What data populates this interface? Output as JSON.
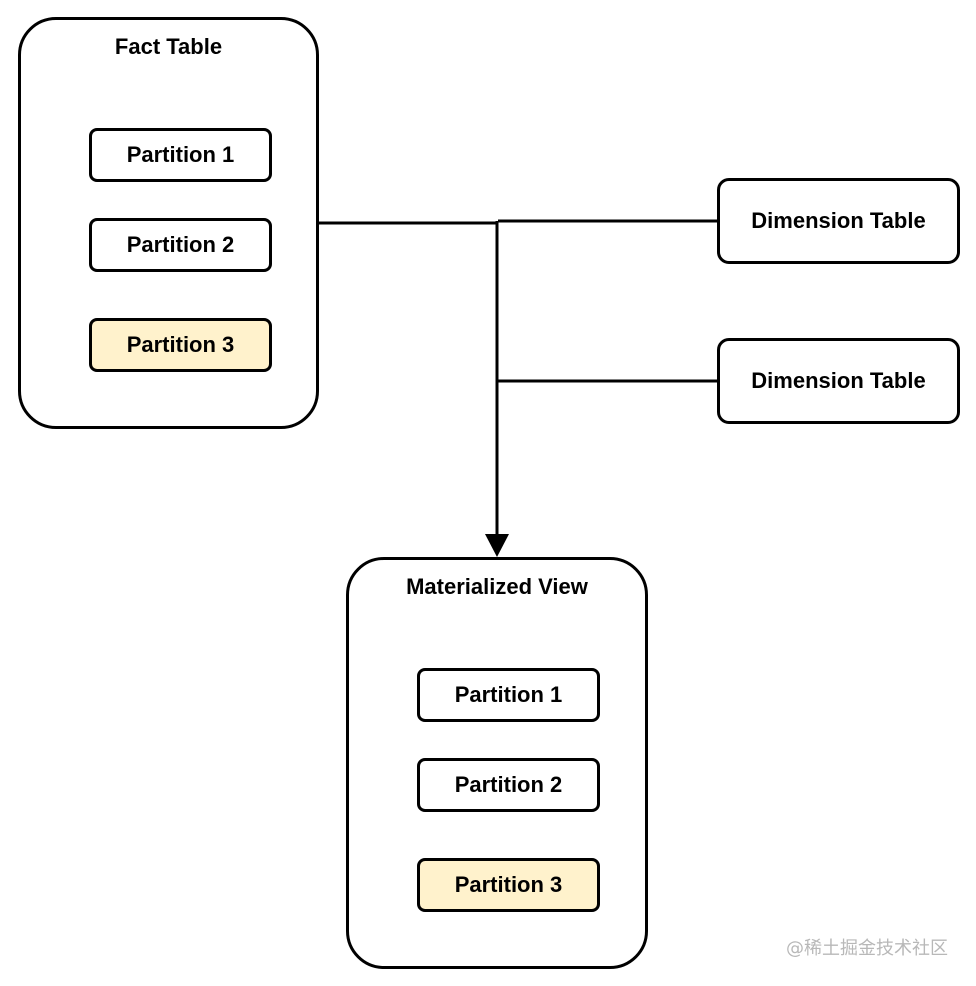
{
  "fact_table": {
    "title": "Fact Table",
    "partitions": [
      {
        "label": "Partition 1",
        "highlighted": false
      },
      {
        "label": "Partition 2",
        "highlighted": false
      },
      {
        "label": "Partition 3",
        "highlighted": true
      }
    ]
  },
  "dimension_tables": [
    {
      "label": "Dimension Table"
    },
    {
      "label": "Dimension Table"
    }
  ],
  "materialized_view": {
    "title": "Materialized View",
    "partitions": [
      {
        "label": "Partition 1",
        "highlighted": false
      },
      {
        "label": "Partition 2",
        "highlighted": false
      },
      {
        "label": "Partition 3",
        "highlighted": true
      }
    ]
  },
  "colors": {
    "stroke": "#000000",
    "highlight_fill": "#fff2cc",
    "watermark": "#b8b8b8"
  },
  "watermark": "@稀土掘金技术社区"
}
